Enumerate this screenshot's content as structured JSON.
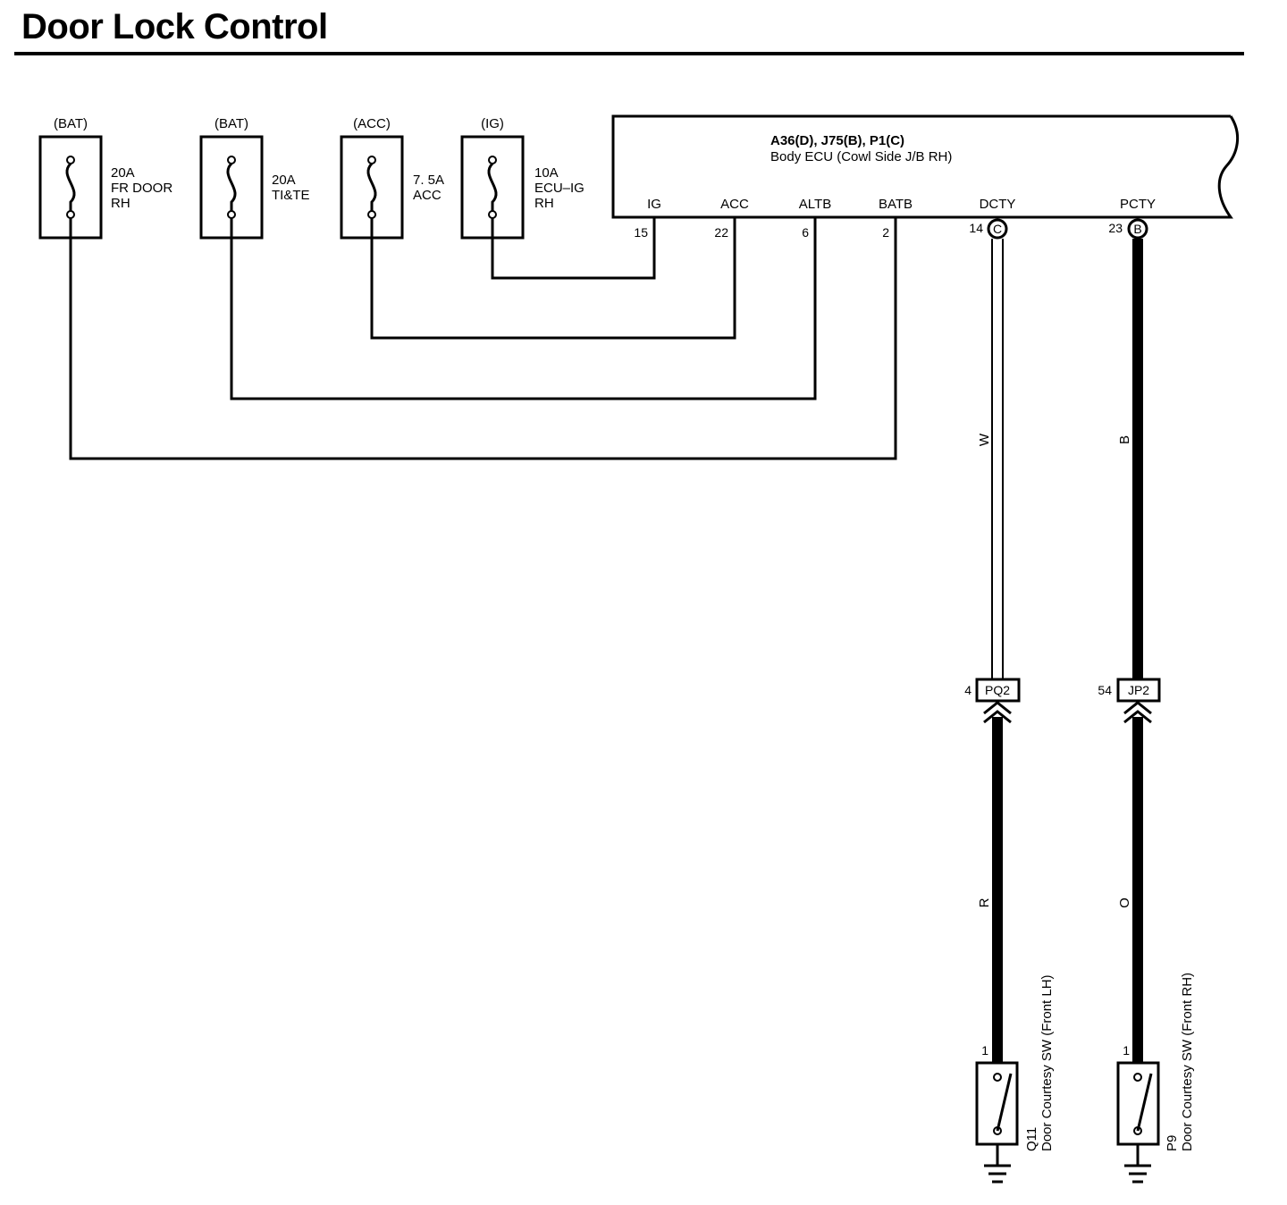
{
  "title": "Door Lock Control",
  "fuses": [
    {
      "source": "(BAT)",
      "amp": "20A",
      "name": [
        "FR DOOR",
        "RH"
      ]
    },
    {
      "source": "(BAT)",
      "amp": "20A",
      "name": [
        "TI&TE"
      ]
    },
    {
      "source": "(ACC)",
      "amp": "7. 5A",
      "name": [
        "ACC"
      ]
    },
    {
      "source": "(IG)",
      "amp": "10A",
      "name": [
        "ECU–IG",
        "RH"
      ]
    }
  ],
  "ecu": {
    "connectors": "A36(D), J75(B), P1(C)",
    "name": "Body ECU (Cowl Side J/B RH)",
    "terminals": [
      {
        "label": "IG",
        "pin": "15"
      },
      {
        "label": "ACC",
        "pin": "22"
      },
      {
        "label": "ALTB",
        "pin": "6"
      },
      {
        "label": "BATB",
        "pin": "2"
      },
      {
        "label": "DCTY",
        "pin": "14",
        "connector": "C"
      },
      {
        "label": "PCTY",
        "pin": "23",
        "connector": "B"
      }
    ]
  },
  "wires": {
    "dcty_upper": "W",
    "pcty_upper": "B",
    "dcty_lower": "R",
    "pcty_lower": "O"
  },
  "junctions": [
    {
      "pin": "4",
      "name": "PQ2"
    },
    {
      "pin": "54",
      "name": "JP2"
    }
  ],
  "switches": [
    {
      "pin": "1",
      "code": "Q11",
      "name": "Door Courtesy SW (Front LH)"
    },
    {
      "pin": "1",
      "code": "P9",
      "name": "Door Courtesy SW (Front RH)"
    }
  ]
}
